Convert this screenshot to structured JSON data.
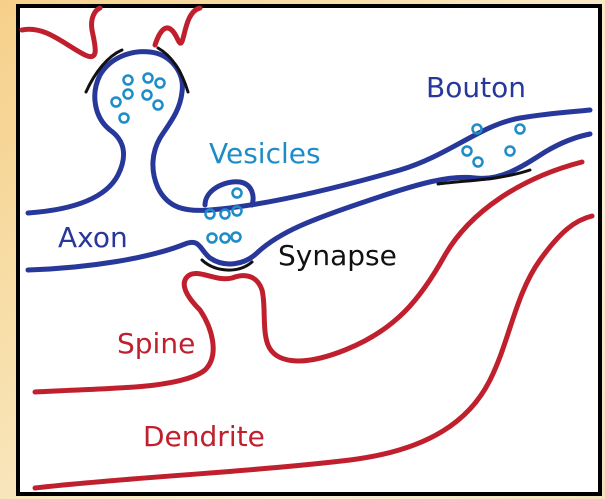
{
  "colors": {
    "axon": "#27389a",
    "dendrite": "#c0202e",
    "vesicles": "#1d8cc8",
    "synapse": "#111111",
    "frame": "#000000",
    "panel": "#ffffff"
  },
  "labels": {
    "bouton": "Bouton",
    "vesicles": "Vesicles",
    "axon": "Axon",
    "synapse": "Synapse",
    "spine": "Spine",
    "dendrite": "Dendrite"
  }
}
